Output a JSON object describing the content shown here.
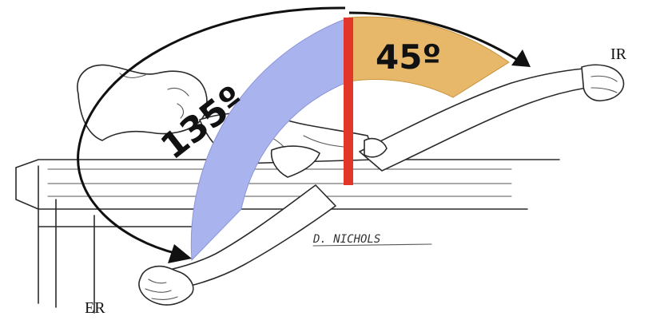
{
  "labels": {
    "external_rotation_angle": "135º",
    "internal_rotation_angle": "45º",
    "internal_rotation": "IR",
    "external_rotation": "ER",
    "signature": "D. NICHOLS"
  },
  "colors": {
    "external_arc": "#a9b3ee",
    "internal_arc": "#e8b86a",
    "reference_line": "#e2362a",
    "arrow": "#111111"
  },
  "angles": {
    "external_rotation_deg": 135,
    "internal_rotation_deg": 45
  }
}
